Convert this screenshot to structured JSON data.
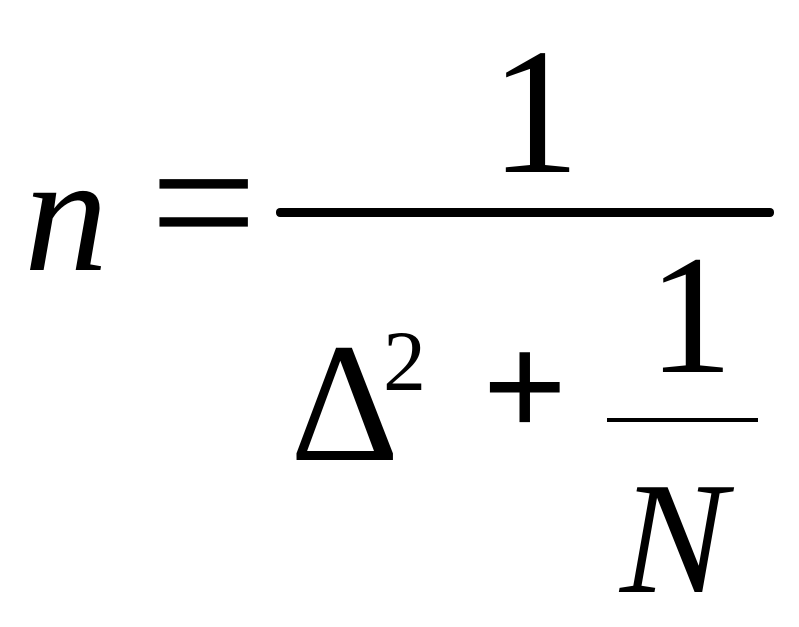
{
  "formula": {
    "lhs_variable": "n",
    "equals": "=",
    "numerator": "1",
    "denominator": {
      "delta": "Δ",
      "exponent": "2",
      "plus": "+",
      "inner_fraction": {
        "numerator": "1",
        "denominator": "N"
      }
    }
  },
  "colors": {
    "ink": "#000000",
    "background": "#ffffff"
  }
}
